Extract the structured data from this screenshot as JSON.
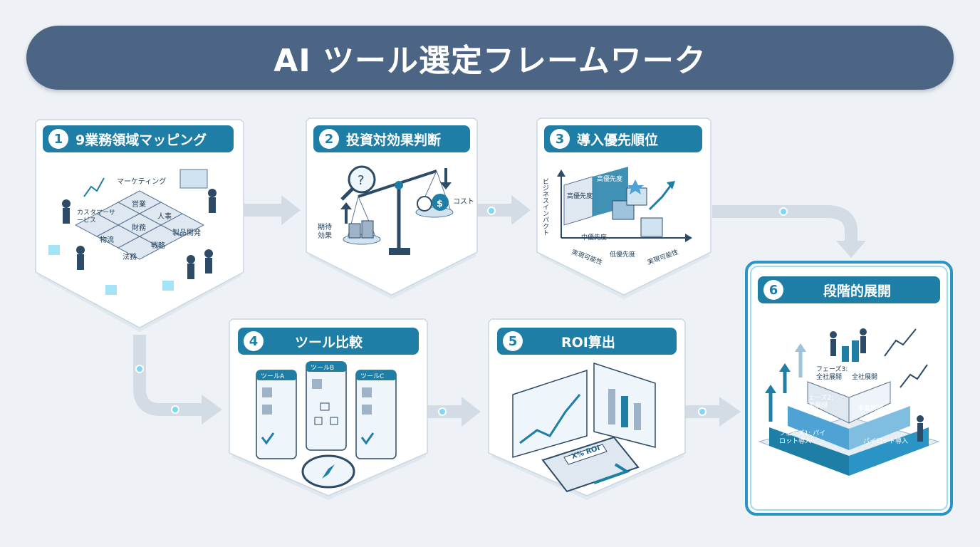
{
  "title": "AI ツール選定フレームワーク",
  "colors": {
    "title_bg": "#4d6584",
    "header": "#1e7ea6",
    "accent": "#4fc3e8",
    "connector": "#c9d3de"
  },
  "steps": [
    {
      "number": "1",
      "title": "9業務領域マッピング",
      "labels": [
        "マーケティング",
        "営業",
        "人事",
        "カスタマーサービス",
        "財務",
        "製品開発",
        "物流",
        "戦略",
        "法務"
      ]
    },
    {
      "number": "2",
      "title": "投資対効果判断",
      "labels": [
        "期待効果",
        "コスト"
      ]
    },
    {
      "number": "3",
      "title": "導入優先順位",
      "labels": [
        "ビジネスインパクト",
        "実現可能性",
        "高優先度",
        "高優先度",
        "中優先度",
        "低優先度",
        "実現可能性"
      ]
    },
    {
      "number": "4",
      "title": "ツール比較",
      "labels": [
        "ツールA",
        "ツールB",
        "ツールC"
      ]
    },
    {
      "number": "5",
      "title": "ROI算出",
      "labels": [
        "X% ROI"
      ]
    },
    {
      "number": "6",
      "title": "段階的展開",
      "labels": [
        "フェーズ3: 全社展開",
        "全社展開",
        "フェーズ2: 事業展開",
        "事業展開",
        "フェーズ1: パイロット導入",
        "パイロット導入"
      ]
    }
  ]
}
